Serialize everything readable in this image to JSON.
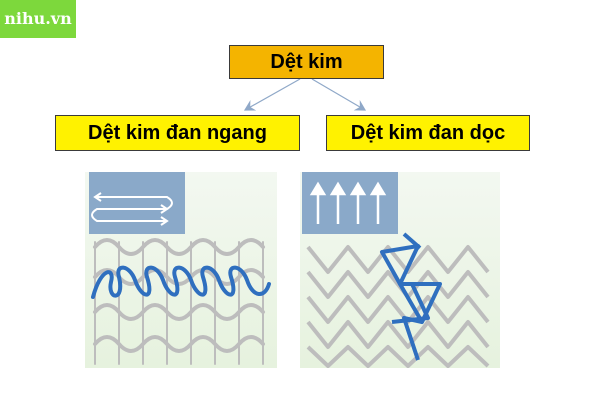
{
  "watermark": {
    "text": "nihu.vn"
  },
  "diagram": {
    "root_label": "Dệt kim",
    "children": [
      {
        "label": "Dệt kim đan ngang"
      },
      {
        "label": "Dệt kim đan dọc"
      }
    ]
  },
  "colors": {
    "root_fill": "#f4b400",
    "child_fill": "#fff200",
    "arrow": "#8fa8c8",
    "yarn_blue": "#2f6fbf",
    "yarn_grey": "#bdbdbd",
    "direction_box": "#8aa9c9",
    "watermark_bg": "#7dd83c"
  },
  "icons": {
    "left_panel_icon": "horizontal-arrows-icon",
    "right_panel_icon": "vertical-arrows-icon"
  }
}
